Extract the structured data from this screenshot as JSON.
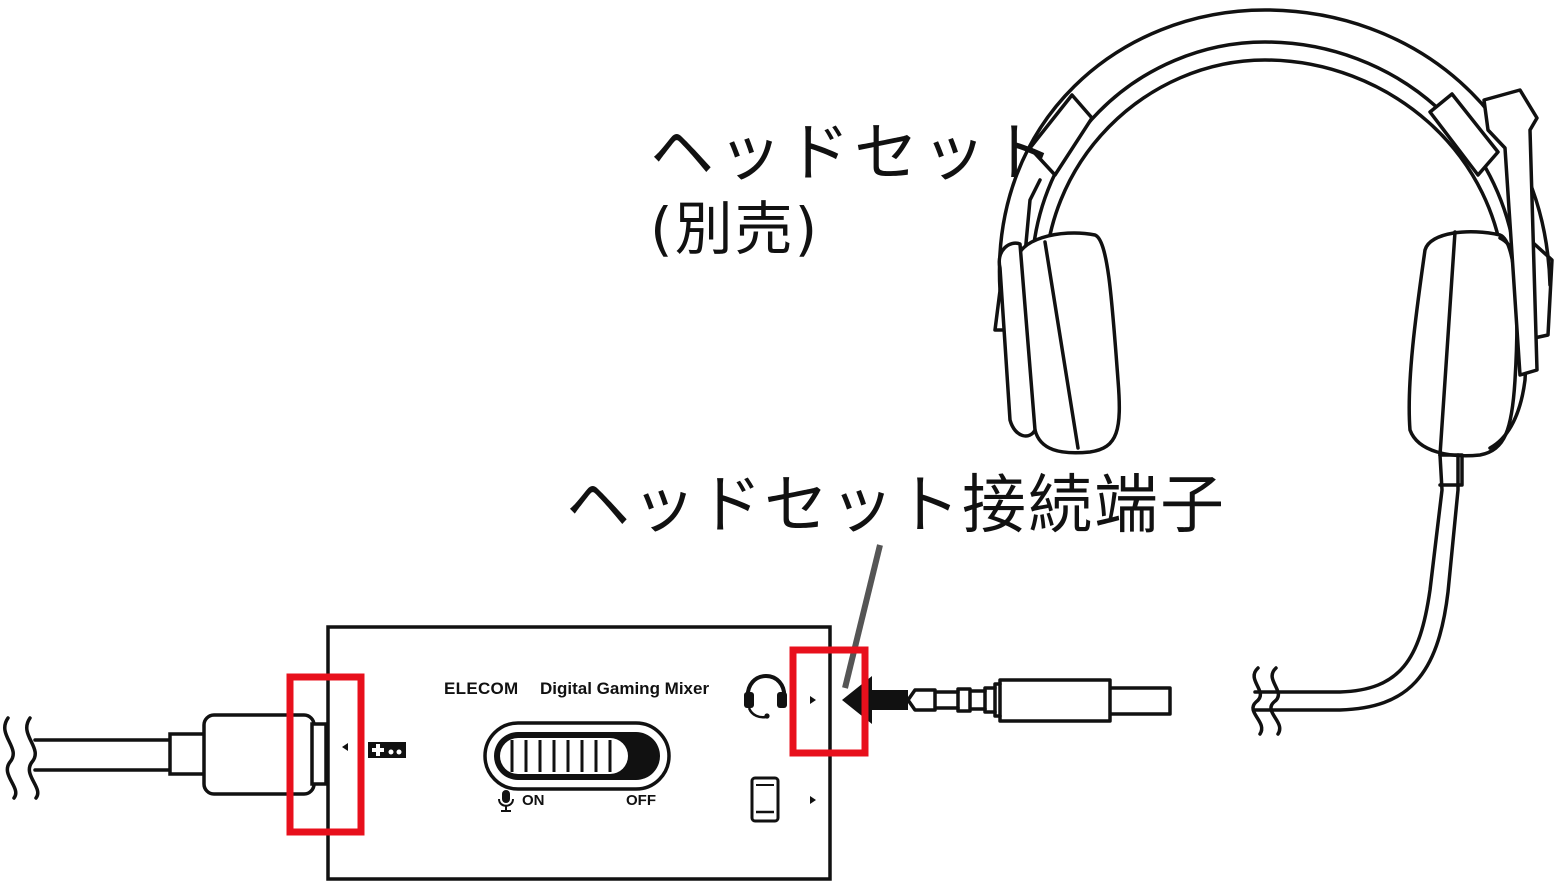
{
  "labels": {
    "headset_title": "ヘッドセット",
    "headset_subtitle": "(別売)",
    "port_label": "ヘッドセット接続端子"
  },
  "device": {
    "brand": "ELECOM",
    "product_name": "Digital Gaming Mixer",
    "mic_switch": {
      "on_label": "ON",
      "off_label": "OFF"
    }
  },
  "icons": {
    "headset_port": "headset-icon",
    "mobile_port": "smartphone-icon",
    "game_port": "controller-icon",
    "mic": "microphone-icon"
  },
  "colors": {
    "highlight": "#e8101c",
    "line": "#111111",
    "leader": "#555555"
  }
}
